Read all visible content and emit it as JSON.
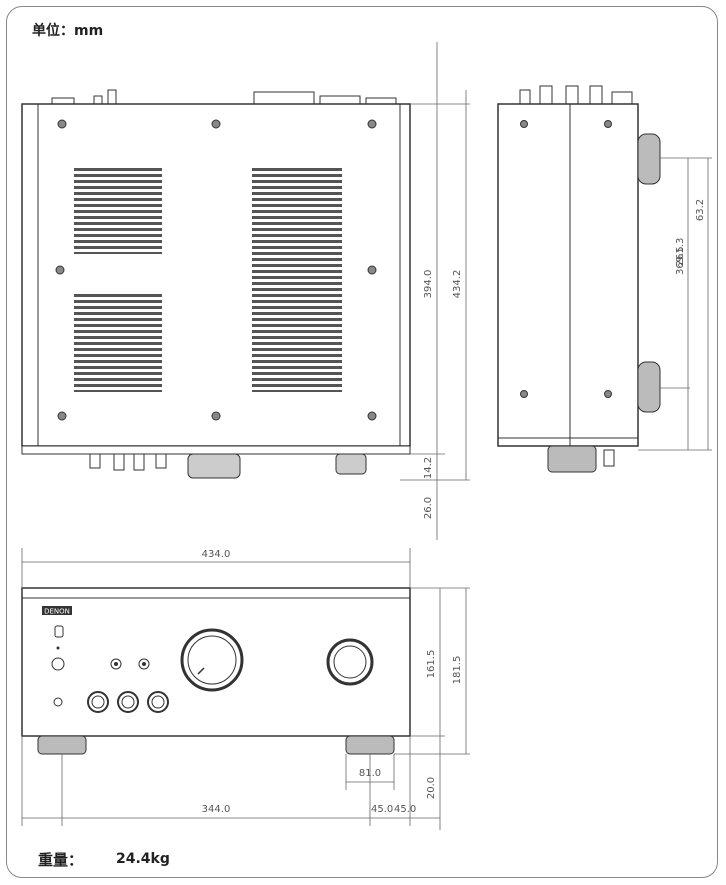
{
  "header": {
    "unit_label": "单位：mm"
  },
  "footer": {
    "weight_label": "重量：",
    "weight_value": "24.4kg"
  },
  "top_view": {
    "dim_depth_inner": "394.0",
    "dim_depth_total": "434.2",
    "dim_knob_depth": "14.2",
    "dim_foot_offset": "26.0"
  },
  "side_view": {
    "dim_terminal_spacing": "261.3",
    "dim_overall": "369.5",
    "dim_offset": "63.2"
  },
  "front_view": {
    "dim_width": "434.0",
    "dim_body_height": "161.5",
    "dim_total_height": "181.5",
    "dim_foot_width": "81.0",
    "dim_foot_height": "20.0",
    "dim_foot_spacing": "344.0",
    "dim_edge_left": "45.0",
    "dim_edge_right": "45.0",
    "brand_badge": "DENON"
  },
  "colors": {
    "line": "#333333",
    "dim_line": "#666666",
    "panel": "#ffffff"
  }
}
